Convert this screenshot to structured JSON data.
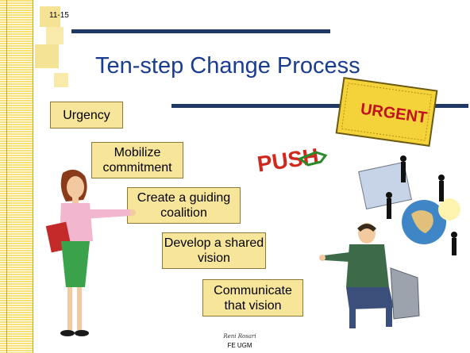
{
  "slide": {
    "number": "11-15",
    "title": "Ten-step Change Process",
    "steps": [
      {
        "label": "Urgency"
      },
      {
        "label": "Mobilize commitment"
      },
      {
        "label": "Create a guiding coalition"
      },
      {
        "label": "Develop a shared vision"
      },
      {
        "label": "Communicate that vision"
      }
    ],
    "footer_signature": "Reni Rosari",
    "footer_org": "FE UGM"
  },
  "clipart": {
    "urgent_note": "URGENT",
    "push_sign": "PUSH"
  },
  "colors": {
    "title": "#1a3d8f",
    "rule": "#1f3864",
    "step_fill": "#f7e59a",
    "stripe": "#f7e27a"
  }
}
